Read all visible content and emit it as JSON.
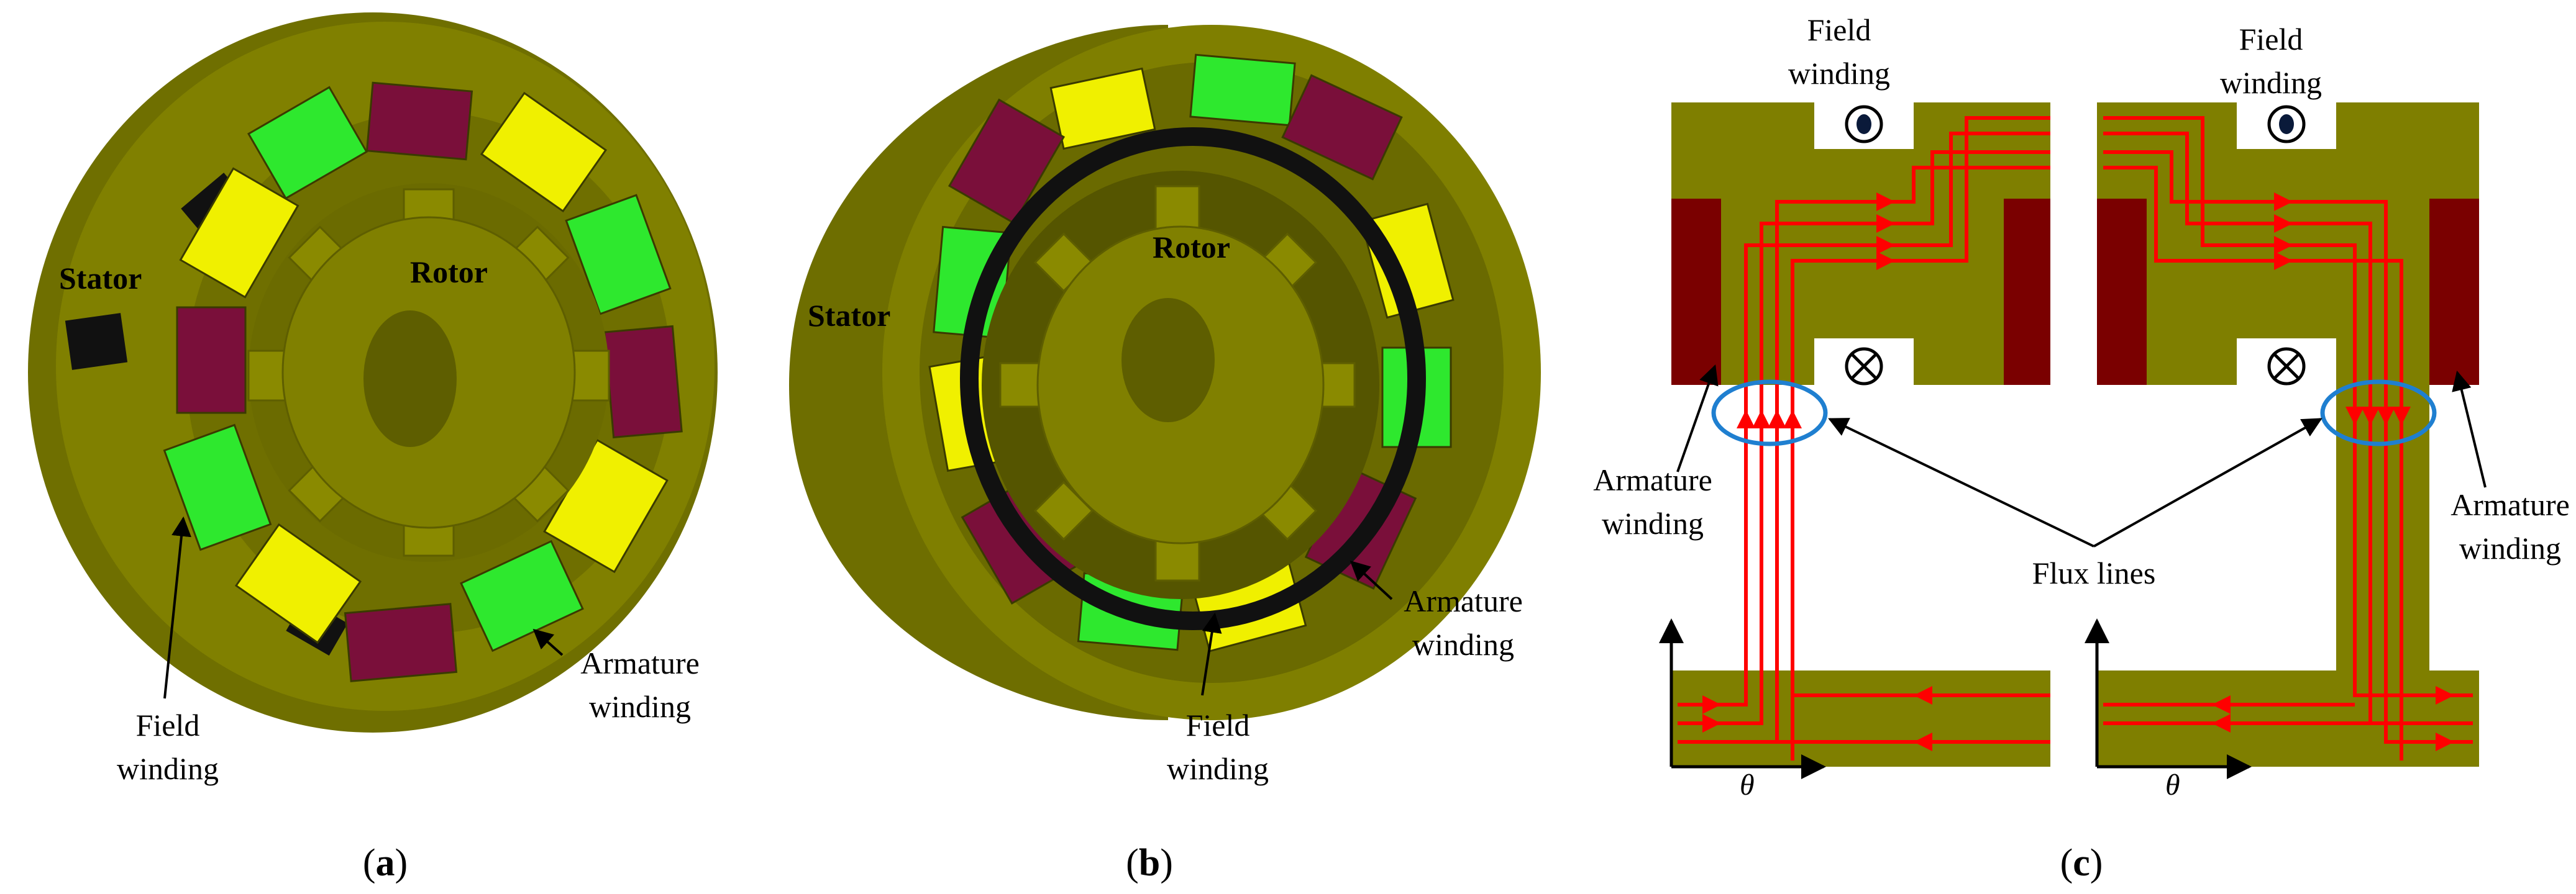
{
  "panel_a": {
    "caption_letter": "a",
    "stator_label": "Stator",
    "rotor_label": "Rotor",
    "field_label_1": "Field",
    "field_label_2": "winding",
    "armature_label_1": "Armature",
    "armature_label_2": "winding"
  },
  "panel_b": {
    "caption_letter": "b",
    "stator_label": "Stator",
    "rotor_label": "Rotor",
    "field_label_1": "Field",
    "field_label_2": "winding",
    "armature_label_1": "Armature",
    "armature_label_2": "winding"
  },
  "panel_c": {
    "caption_letter": "c",
    "field_top_left_1": "Field",
    "field_top_left_2": "winding",
    "field_top_right_1": "Field",
    "field_top_right_2": "winding",
    "armature_left_1": "Armature",
    "armature_left_2": "winding",
    "armature_right_1": "Armature",
    "armature_right_2": "winding",
    "flux_label": "Flux lines",
    "theta_left": "θ",
    "theta_right": "θ"
  },
  "colors": {
    "core": "#7f7f00",
    "core_dark": "#5e5e00",
    "coil_maroon": "#7a0f3a",
    "coil_yellow": "#f0f000",
    "coil_green": "#2ee82e",
    "armature_bar": "#7a0000",
    "flux_line": "#ff0000",
    "ellipse": "#1f7fd0"
  }
}
